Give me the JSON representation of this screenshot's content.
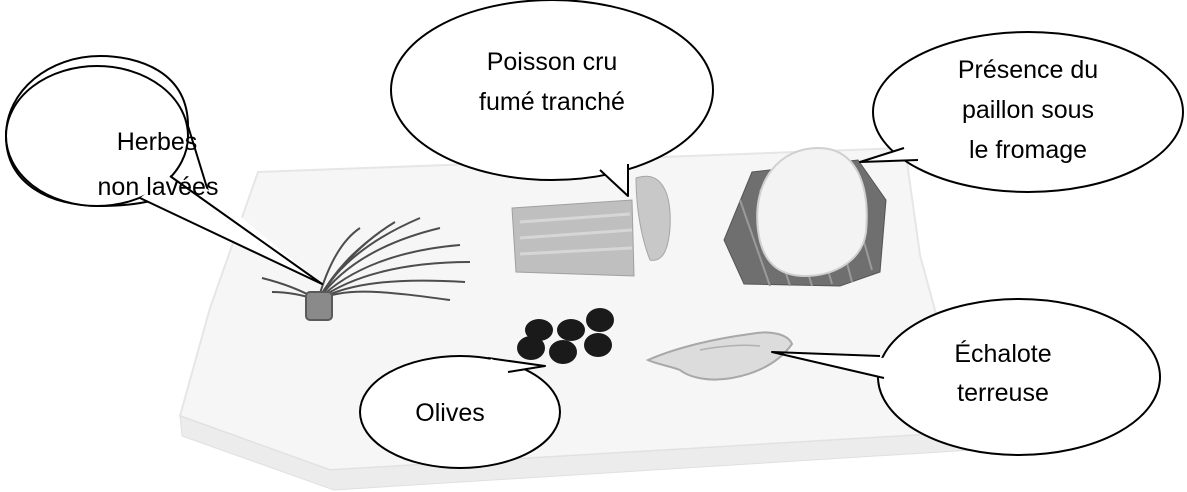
{
  "labels": {
    "herbes": [
      "Herbes",
      "non lavées"
    ],
    "poisson": [
      "Poisson cru",
      "fumé tranché"
    ],
    "fromage": [
      "Présence du",
      "paillon sous",
      "le fromage"
    ],
    "olives": [
      "Olives"
    ],
    "echalote": [
      "Échalote",
      "terreuse"
    ]
  },
  "colors": {
    "board": "#f7f7f7",
    "board_edge": "#e4e4e4",
    "bubble_fill": "#ffffff",
    "bubble_stroke": "#000000",
    "olive": "#1a1a1a",
    "fish": "#bdbdbd",
    "cheese": "#f2f2f2",
    "straw": "#6e6e6e",
    "chives": "#4d4d4d"
  }
}
